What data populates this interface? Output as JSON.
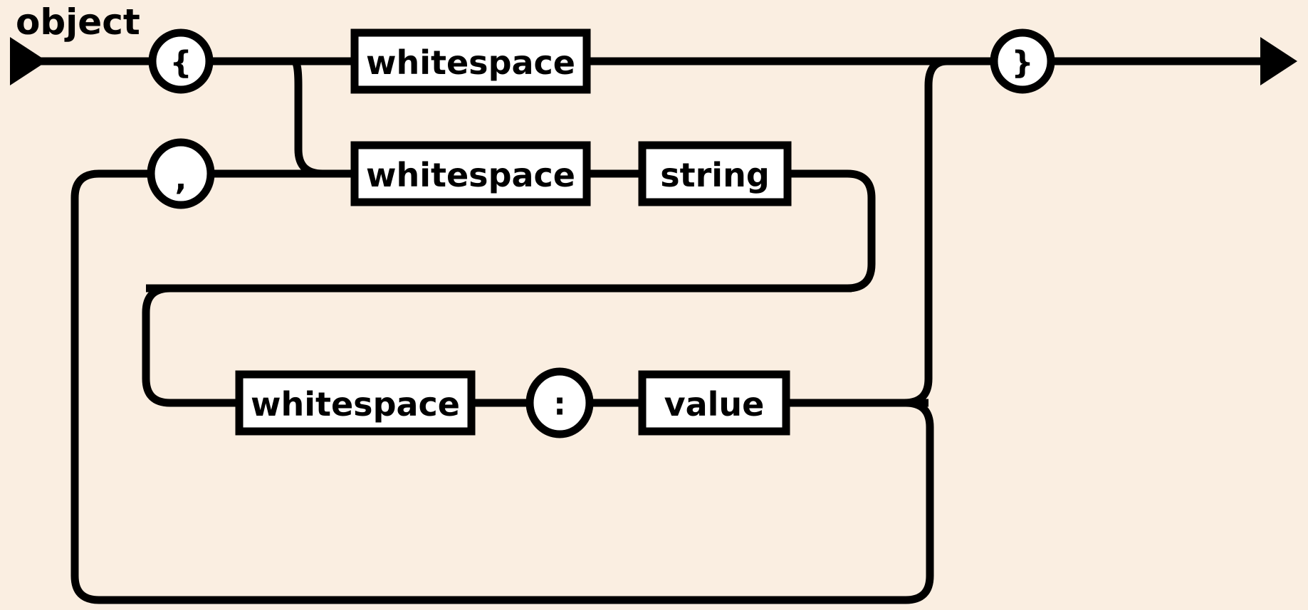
{
  "diagram": {
    "title": "object",
    "type": "railroad-syntax-diagram",
    "background_color": "#faeee1",
    "line_color": "#000000",
    "box_fill_color": "#ffffff",
    "rows": [
      {
        "id": "row-1",
        "nodes": [
          {
            "kind": "terminal",
            "label": "{",
            "shape": "circle"
          },
          {
            "kind": "nonterminal",
            "label": "whitespace",
            "shape": "box"
          },
          {
            "kind": "terminal",
            "label": "}",
            "shape": "circle"
          }
        ]
      },
      {
        "id": "row-2",
        "nodes": [
          {
            "kind": "terminal",
            "label": ",",
            "shape": "circle"
          },
          {
            "kind": "nonterminal",
            "label": "whitespace",
            "shape": "box"
          },
          {
            "kind": "nonterminal",
            "label": "string",
            "shape": "box"
          }
        ]
      },
      {
        "id": "row-3",
        "nodes": [
          {
            "kind": "nonterminal",
            "label": "whitespace",
            "shape": "box"
          },
          {
            "kind": "terminal",
            "label": ":",
            "shape": "circle"
          },
          {
            "kind": "nonterminal",
            "label": "value",
            "shape": "box"
          }
        ]
      }
    ],
    "entry_marker": "left-arrowhead",
    "exit_marker": "right-arrowhead"
  }
}
